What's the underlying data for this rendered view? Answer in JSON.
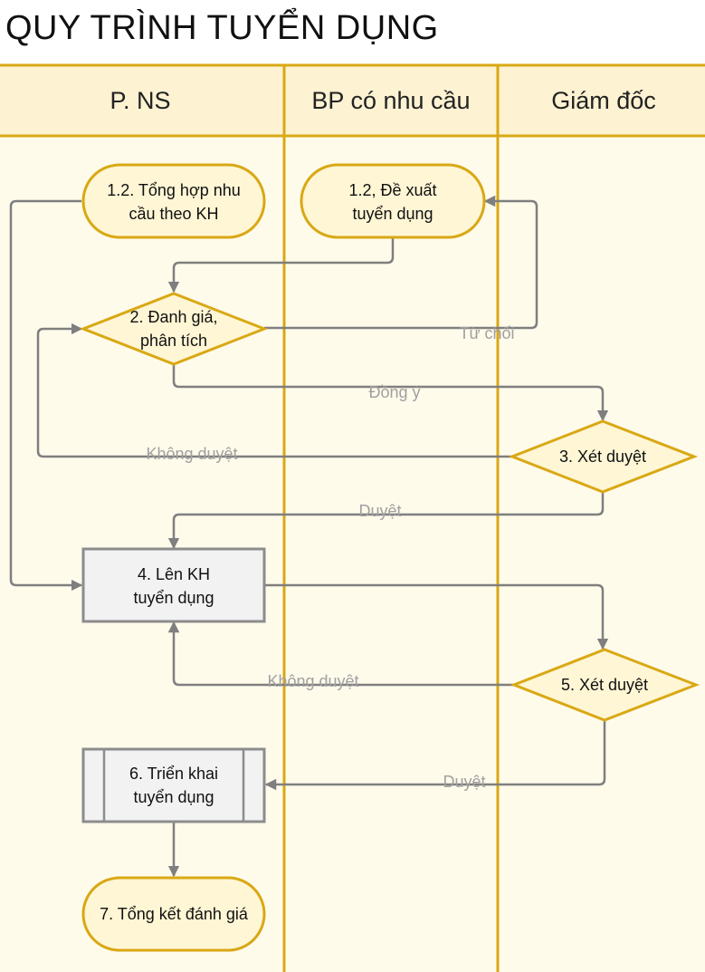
{
  "title": "QUY TRÌNH TUYỂN DỤNG",
  "colors": {
    "lane_border": "#d9a814",
    "header_fill": "#fdf2d2",
    "background": "#fffbeb",
    "node_fill": "#fff6d5",
    "process_fill": "#f2f2f2",
    "process_border": "#8c8c8c",
    "edge": "#7f7f7f",
    "edge_label": "#a0a0a0"
  },
  "lanes": [
    {
      "id": "lane-pns",
      "label": "P. NS"
    },
    {
      "id": "lane-bp",
      "label": "BP có nhu cầu"
    },
    {
      "id": "lane-gd",
      "label": "Giám đốc"
    }
  ],
  "nodes": {
    "n12a": {
      "shape": "terminator",
      "lines": [
        "1.2. Tổng hợp nhu",
        "cầu theo KH"
      ]
    },
    "n12b": {
      "shape": "terminator",
      "lines": [
        "1.2, Đề xuất",
        "tuyển dụng"
      ]
    },
    "n2": {
      "shape": "decision",
      "lines": [
        "2. Đanh giá,",
        "phân tích"
      ]
    },
    "n3": {
      "shape": "decision",
      "lines": [
        "3. Xét duyệt"
      ]
    },
    "n4": {
      "shape": "process",
      "lines": [
        "4. Lên KH",
        "tuyển dụng"
      ]
    },
    "n5": {
      "shape": "decision",
      "lines": [
        "5. Xét duyệt"
      ]
    },
    "n6": {
      "shape": "predefined-process",
      "lines": [
        "6. Triển khai",
        "tuyển dụng"
      ]
    },
    "n7": {
      "shape": "terminator",
      "lines": [
        "7. Tổng kết đánh giá"
      ]
    }
  },
  "edges": [
    {
      "id": "e-12b-2",
      "from": "n12b",
      "to": "n2",
      "label": ""
    },
    {
      "id": "e-2-12b",
      "from": "n2",
      "to": "n12b",
      "label": "Từ chối"
    },
    {
      "id": "e-2-3",
      "from": "n2",
      "to": "n3",
      "label": "Đồng ý"
    },
    {
      "id": "e-3-2",
      "from": "n3",
      "to": "n2",
      "label": "Không duyệt"
    },
    {
      "id": "e-3-4",
      "from": "n3",
      "to": "n4",
      "label": "Duyệt"
    },
    {
      "id": "e-12a-4",
      "from": "n12a",
      "to": "n4",
      "label": ""
    },
    {
      "id": "e-4-5",
      "from": "n4",
      "to": "n5",
      "label": ""
    },
    {
      "id": "e-5-4",
      "from": "n5",
      "to": "n4",
      "label": "Không duyệt"
    },
    {
      "id": "e-5-6",
      "from": "n5",
      "to": "n6",
      "label": "Duyệt"
    },
    {
      "id": "e-6-7",
      "from": "n6",
      "to": "n7",
      "label": ""
    }
  ]
}
